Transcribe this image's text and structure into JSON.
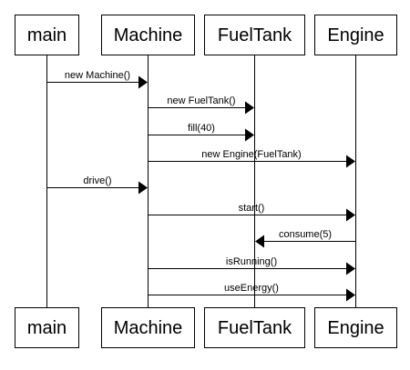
{
  "participants": [
    {
      "id": "main",
      "label": "main"
    },
    {
      "id": "machine",
      "label": "Machine"
    },
    {
      "id": "fueltank",
      "label": "FuelTank"
    },
    {
      "id": "engine",
      "label": "Engine"
    }
  ],
  "messages": [
    {
      "from": "main",
      "to": "machine",
      "label": "new Machine()"
    },
    {
      "from": "machine",
      "to": "fueltank",
      "label": "new FuelTank()"
    },
    {
      "from": "machine",
      "to": "fueltank",
      "label": "fill(40)"
    },
    {
      "from": "machine",
      "to": "engine",
      "label": "new Engine(FuelTank)"
    },
    {
      "from": "main",
      "to": "machine",
      "label": "drive()"
    },
    {
      "from": "machine",
      "to": "engine",
      "label": "start()"
    },
    {
      "from": "engine",
      "to": "fueltank",
      "label": "consume(5)"
    },
    {
      "from": "machine",
      "to": "engine",
      "label": "isRunning()"
    },
    {
      "from": "machine",
      "to": "engine",
      "label": "useEnergy()"
    }
  ]
}
